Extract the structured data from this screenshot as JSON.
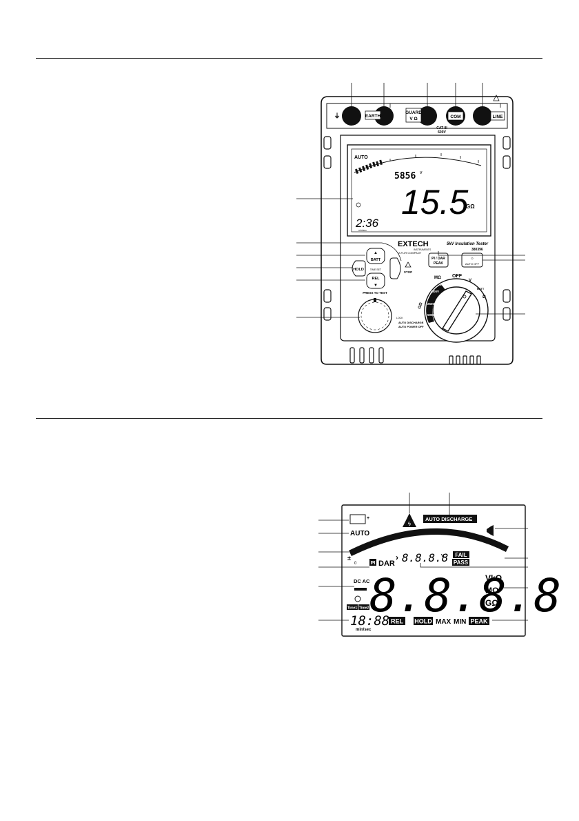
{
  "meter": {
    "terminals": {
      "ground_symbol": "⏚",
      "earth": "EARTH",
      "guard_line1": "GUARD",
      "guard_line2": "V Ω",
      "com": "COM",
      "line": "LINE",
      "cat_line1": "CAT III",
      "cat_line2": "600V"
    },
    "display": {
      "auto": "AUTO",
      "voltage": "5856",
      "voltage_unit": "v",
      "main_value": "15.5",
      "main_unit": "GΩ",
      "timer": "2:36",
      "timer_unit": "min/sec"
    },
    "brand": {
      "logo": "EXTECH",
      "sub1": "INSTRUMENTS",
      "sub2": "A FLIR COMPANY",
      "model_title": "5kV Insulation Tester",
      "model_number": "380396"
    },
    "buttons": {
      "batt": "BATT",
      "time_set": "TIME SET",
      "rel": "REL",
      "hold": "HOLD",
      "stop": "STOP",
      "pi_dar_1": "PI / DAR",
      "pi_dar_2": "PEAK",
      "auto_off": "AUTO OFF",
      "press_to_test": "PRESS TO TEST",
      "lock": "LOCK",
      "auto_discharge": "AUTO DISCHARGE",
      "auto_power_off": "AUTO POWER OFF"
    },
    "dial": {
      "off": "OFF",
      "mohm": "MΩ",
      "gohm": "GΩ",
      "r500": "500V",
      "r1000": "1000V",
      "r2500": "2500V",
      "r5000": "5000V",
      "v": "V",
      "batt": "BATT",
      "ohm": "Ω"
    }
  },
  "lcd": {
    "auto": "AUTO",
    "auto_discharge": "AUTO DISCHARGE",
    "plus_minus": "±",
    "zero": "0",
    "pi": "PI",
    "dar": "DAR",
    "small_digits": "8.8.8.8",
    "small_unit": "V",
    "fail": "FAIL",
    "pass": "PASS",
    "dc_ac": "DC AC",
    "main_digits": "8.8.8.8",
    "unit_vk": "VkΩ",
    "unit_m": "MΩ",
    "unit_g": "GΩ",
    "time1": "Time1",
    "time2": "Time2",
    "timer": "18:88",
    "timer_unit": "min/sec",
    "rel": "REL",
    "hold": "HOLD",
    "max": "MAX",
    "min": "MIN",
    "peak": "PEAK"
  },
  "colors": {
    "ink": "#111111",
    "lcd_face": "#ffffff"
  }
}
